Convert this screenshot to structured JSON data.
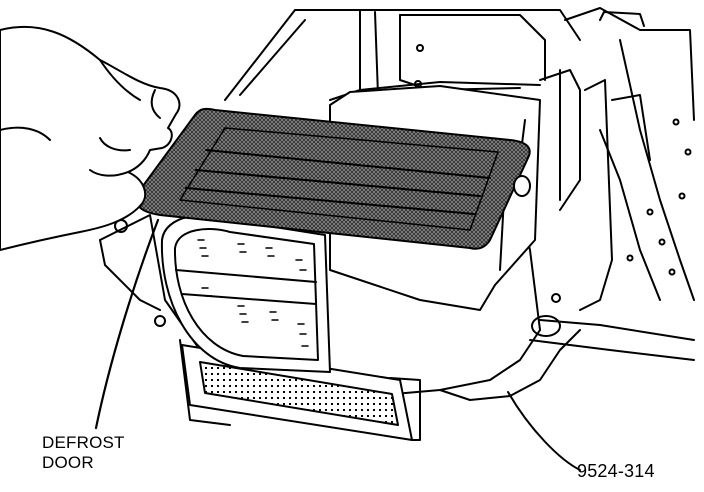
{
  "figure": {
    "callout_line1": "DEFROST",
    "callout_line2": "DOOR",
    "figure_number": "9524-314"
  },
  "colors": {
    "ink": "#000000",
    "paper": "#ffffff",
    "screen_fill": "#6e6e6e"
  },
  "icons": [
    "hand-illustration",
    "defrost-door-illustration",
    "heater-housing-illustration"
  ]
}
